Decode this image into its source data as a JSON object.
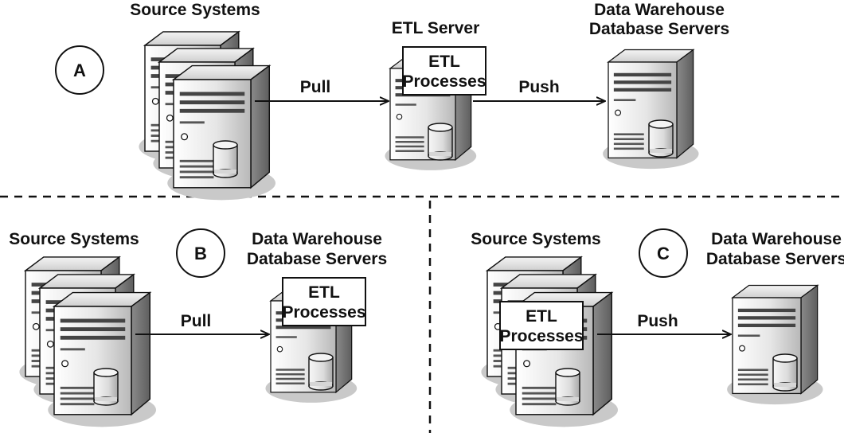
{
  "panels": {
    "a": {
      "marker": "A",
      "source_label": "Source Systems",
      "etl_server_label": "ETL Server",
      "etl_box": {
        "line1": "ETL",
        "line2": "Processes"
      },
      "dw_label": {
        "line1": "Data Warehouse",
        "line2": "Database Servers"
      },
      "arrow_pull": "Pull",
      "arrow_push": "Push"
    },
    "b": {
      "marker": "B",
      "source_label": "Source Systems",
      "dw_label": {
        "line1": "Data Warehouse",
        "line2": "Database Servers"
      },
      "etl_box": {
        "line1": "ETL",
        "line2": "Processes"
      },
      "arrow_pull": "Pull"
    },
    "c": {
      "marker": "C",
      "source_label": "Source Systems",
      "dw_label": {
        "line1": "Data Warehouse",
        "line2": "Database Servers"
      },
      "etl_box": {
        "line1": "ETL",
        "line2": "Processes"
      },
      "arrow_push": "Push"
    }
  }
}
